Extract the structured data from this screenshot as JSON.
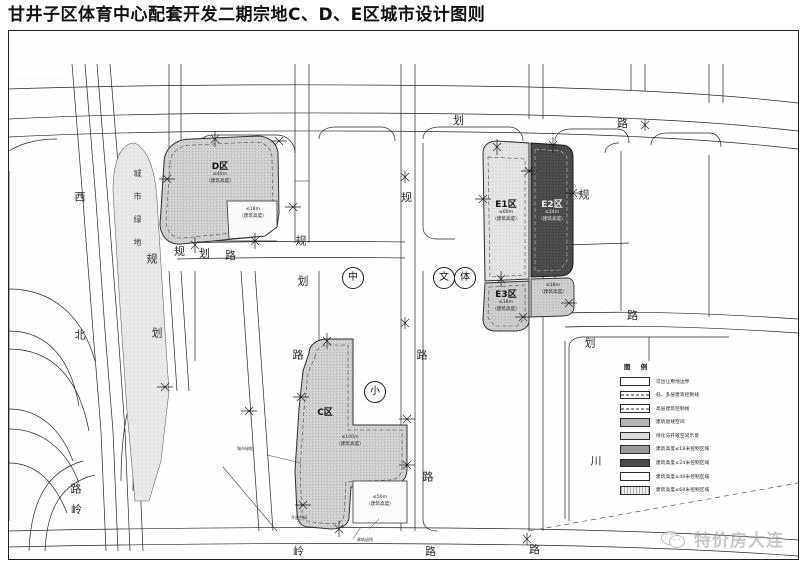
{
  "document": {
    "title": "甘井子区体育中心配套开发二期宗地C、D、E区城市设计图则"
  },
  "map": {
    "parcels": [
      {
        "id": "d",
        "name": "D区",
        "height": "≤40m",
        "height_note": "（建筑高度）"
      },
      {
        "id": "d2",
        "name": "",
        "height": "≤18m",
        "height_note": "（建筑高度）"
      },
      {
        "id": "e1",
        "name": "E1区",
        "height": "≤60m",
        "height_note": "（建筑高度）"
      },
      {
        "id": "e2",
        "name": "E2区",
        "height": "≤24m",
        "height_note": "（建筑高度）"
      },
      {
        "id": "e3",
        "name": "E3区",
        "height": "≤18m",
        "height_note": "（建筑高度）"
      },
      {
        "id": "e4",
        "name": "",
        "height": "≤18m",
        "height_note": "（建筑高度）"
      },
      {
        "id": "c",
        "name": "C区",
        "height": "≤100m",
        "height_note": "（建筑高度）"
      },
      {
        "id": "c2",
        "name": "",
        "height": "≤50m",
        "height_note": "（建筑高度）"
      }
    ],
    "facilities": [
      {
        "id": "zhong",
        "label": "中"
      },
      {
        "id": "wen",
        "label": "文"
      },
      {
        "id": "ti",
        "label": "体"
      },
      {
        "id": "xiao",
        "label": "小"
      }
    ],
    "road_labels": [
      {
        "id": "r-xi",
        "text": "西"
      },
      {
        "id": "r-bei",
        "text": "北"
      },
      {
        "id": "r-lu-w",
        "text": "路"
      },
      {
        "id": "r-gui-1",
        "text": "规"
      },
      {
        "id": "r-hua-1",
        "text": "划"
      },
      {
        "id": "r-lu-1",
        "text": "路"
      },
      {
        "id": "r-gui-2",
        "text": "规"
      },
      {
        "id": "r-hua-2",
        "text": "划"
      },
      {
        "id": "r-lu-2",
        "text": "路"
      },
      {
        "id": "r-gui-3",
        "text": "规"
      },
      {
        "id": "r-hua-3",
        "text": "划"
      },
      {
        "id": "r-gui-4",
        "text": "规"
      },
      {
        "id": "r-hua-4",
        "text": "划"
      },
      {
        "id": "r-gui-5",
        "text": "规"
      },
      {
        "id": "r-hua-5",
        "text": "划"
      },
      {
        "id": "r-lu-3",
        "text": "路"
      },
      {
        "id": "r-lu-4",
        "text": "路"
      },
      {
        "id": "r-lu-5",
        "text": "路"
      },
      {
        "id": "r-lu-6",
        "text": "路"
      },
      {
        "id": "r-chuan",
        "text": "川"
      },
      {
        "id": "r-ling",
        "text": "岭"
      },
      {
        "id": "r-lu-7",
        "text": "路"
      },
      {
        "id": "r-lu-8",
        "text": "路"
      },
      {
        "id": "r-ling2",
        "text": "岭"
      }
    ],
    "green_strip": "城 市 绿 地",
    "annotations": [
      {
        "id": "a-lvdi",
        "text": "城市绿地"
      },
      {
        "id": "a-tuidi",
        "text": "建筑退线"
      },
      {
        "id": "a-kaifa",
        "text": "开放空间"
      }
    ]
  },
  "legend": {
    "title": "图 例",
    "items": [
      {
        "label": "可出让用地边界",
        "style": "outline",
        "color": "#ffffff"
      },
      {
        "label": "低、多层建筑控制线",
        "style": "dashed",
        "color": "#ffffff"
      },
      {
        "label": "高层建筑控制线",
        "style": "dash-dot",
        "color": "#ffffff"
      },
      {
        "label": "建筑退线空间",
        "style": "fill",
        "color": "#b4b4b4"
      },
      {
        "label": "绿化与开敞空间示意",
        "style": "fill",
        "color": "#dcdcdc"
      },
      {
        "label": "建筑高度≤18米控制区域",
        "style": "fill",
        "color": "#9a9a9a"
      },
      {
        "label": "建筑高度≤24米控制区域",
        "style": "fill",
        "color": "#4a4a4a"
      },
      {
        "label": "建筑高度≤40米控制区域",
        "style": "outline",
        "color": "#ffffff"
      },
      {
        "label": "建筑高度≤60米控制区域",
        "style": "hatch",
        "color": "#c6c6c6"
      }
    ]
  },
  "watermark": {
    "text": "特价房大连"
  }
}
